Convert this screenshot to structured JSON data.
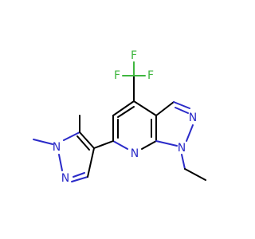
{
  "molecule": {
    "atoms": {
      "f_top": "F",
      "f_left": "F",
      "f_right": "F",
      "n_pyrazole_top": "N",
      "n_ethyl": "N",
      "n_pyridine": "N",
      "n_left_methyl": "N",
      "n_left_lower": "N"
    }
  },
  "colors": {
    "carbon_bond": "#000000",
    "nitrogen": "#2a2ac8",
    "fluorine": "#3fb63f",
    "background": "#ffffff"
  }
}
